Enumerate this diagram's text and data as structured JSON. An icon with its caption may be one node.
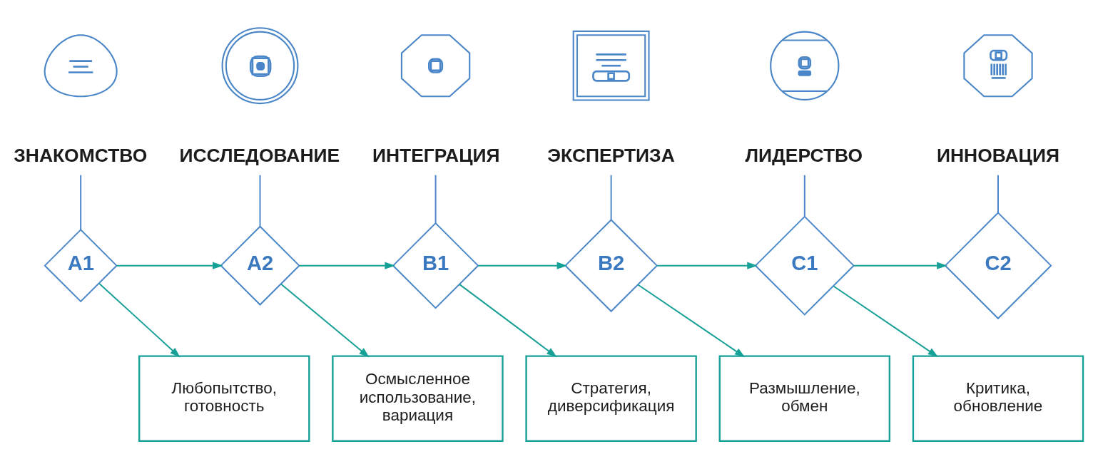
{
  "diagram": {
    "nodes": [
      {
        "text": [],
        "shape": "picture"
      },
      {
        "text": [],
        "shape": "picture"
      },
      {
        "text": [],
        "shape": "picture"
      },
      {
        "text": [],
        "shape": "picture"
      },
      {
        "text": [],
        "shape": "picture"
      },
      {
        "text": [],
        "shape": "picture"
      },
      {
        "text": [
          "ЗНАКОМСТВО"
        ]
      },
      {
        "text": [
          "ИССЛЕДОВАНИЕ"
        ]
      },
      {
        "text": [
          "ИНТЕГРАЦИЯ"
        ]
      },
      {
        "text": [
          "ЭКСПЕРТИЗА"
        ]
      },
      {
        "text": [
          "ЛИДЕРСТВО"
        ]
      },
      {
        "text": [
          "ИННОВАЦИЯ"
        ]
      },
      {
        "text": [
          "A1"
        ]
      },
      {
        "text": [
          "A2"
        ]
      },
      {
        "text": [
          "B1"
        ]
      },
      {
        "text": [
          "B2"
        ]
      },
      {
        "text": [
          "C1"
        ]
      },
      {
        "text": [
          "C2"
        ]
      },
      {
        "text": [
          "Любопытство, готовность"
        ]
      },
      {
        "text": [
          "Осмысленное использование, вариация"
        ]
      },
      {
        "text": [
          "Стратегия, диверсификация"
        ]
      },
      {
        "text": [
          "Размышление, обмен"
        ]
      },
      {
        "text": [
          "Критика, обновление"
        ]
      }
    ],
    "edges": [
      {
        "from": 6,
        "to": 12,
        "arrow": "none",
        "color": "#4a86c8"
      },
      {
        "from": 7,
        "to": 13,
        "arrow": "none",
        "color": "#4a86c8"
      },
      {
        "from": 8,
        "to": 14,
        "arrow": "none",
        "color": "#4a86c8"
      },
      {
        "from": 9,
        "to": 15,
        "arrow": "none",
        "color": "#4a86c8"
      },
      {
        "from": 10,
        "to": 16,
        "arrow": "none",
        "color": "#4a86c8"
      },
      {
        "from": 11,
        "to": 17,
        "arrow": "none",
        "color": "#4a86c8"
      },
      {
        "from": 12,
        "to": 13,
        "arrow": "to"
      },
      {
        "from": 12,
        "to": 18,
        "arrow": "to"
      },
      {
        "from": 13,
        "to": 14,
        "arrow": "to"
      },
      {
        "from": 13,
        "to": 19,
        "arrow": "to"
      },
      {
        "from": 14,
        "to": 15,
        "arrow": "to"
      },
      {
        "from": 14,
        "to": 20,
        "arrow": "to"
      },
      {
        "from": 15,
        "to": 16,
        "arrow": "to"
      },
      {
        "from": 15,
        "to": 21,
        "arrow": "to"
      },
      {
        "from": 16,
        "to": 17,
        "arrow": "to"
      },
      {
        "from": 16,
        "to": 22,
        "arrow": "to"
      }
    ]
  }
}
